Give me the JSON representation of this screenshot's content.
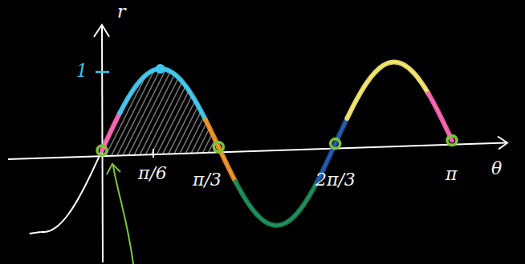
{
  "diagram": {
    "labels": [
      "r",
      "1",
      "π/6",
      "π/3",
      "2π/3",
      "π",
      "θ"
    ]
  }
}
